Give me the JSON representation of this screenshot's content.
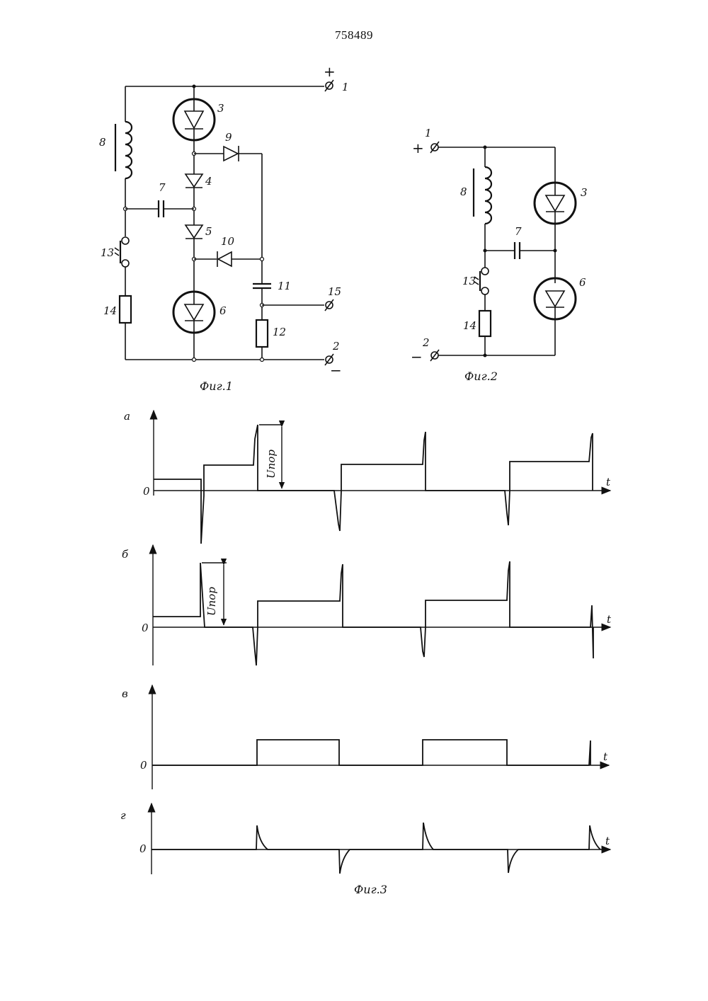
{
  "header": {
    "page_number": "758489"
  },
  "fig1": {
    "caption": "Фиг.1",
    "terminals": {
      "t1": "1",
      "t2": "2",
      "t15": "15",
      "plus": "+",
      "minus": "−"
    },
    "components": {
      "c3": "3",
      "c4": "4",
      "c5": "5",
      "c6": "6",
      "c7": "7",
      "c8": "8",
      "c9": "9",
      "c10": "10",
      "c11": "11",
      "c12": "12",
      "c13": "13",
      "c14": "14"
    }
  },
  "fig2": {
    "caption": "Фиг.2",
    "terminals": {
      "t1": "1",
      "t2": "2",
      "plus": "+",
      "minus": "−"
    },
    "components": {
      "c3": "3",
      "c6": "6",
      "c7": "7",
      "c8": "8",
      "c13": "13",
      "c14": "14"
    }
  },
  "fig3": {
    "caption": "Фиг.3",
    "panels": [
      {
        "letter": "а",
        "zero": "0",
        "t_label": "t",
        "annotation": "Uпор"
      },
      {
        "letter": "б",
        "zero": "0",
        "t_label": "t",
        "annotation": "Uпор"
      },
      {
        "letter": "в",
        "zero": "0",
        "t_label": "t"
      },
      {
        "letter": "г",
        "zero": "0",
        "t_label": "t"
      }
    ]
  }
}
